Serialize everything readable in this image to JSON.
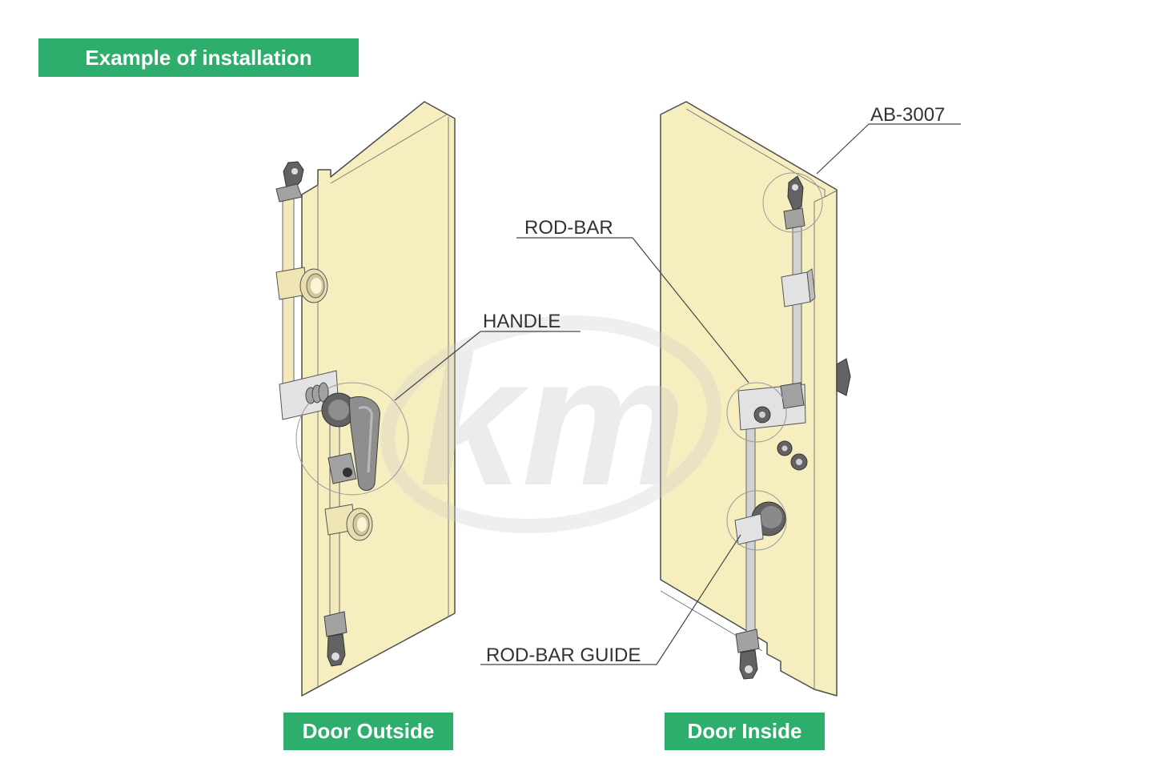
{
  "title_label": {
    "text": "Example of installation"
  },
  "callouts": {
    "ab_3007": "AB-3007",
    "rod_bar": "ROD-BAR",
    "handle": "HANDLE",
    "rod_bar_guide": "ROD-BAR GUIDE"
  },
  "views": {
    "door_outside": "Door Outside",
    "door_inside": "Door Inside"
  },
  "watermark": {
    "text": "km"
  },
  "colors": {
    "label_green": "#2eae6c",
    "label_text": "#ffffff",
    "door_fill": "#f7eec0",
    "outline": "#4d4d4d",
    "callout_text": "#333333",
    "part_gray": "#a2a2a2",
    "part_dark": "#626262",
    "rod_fill": "#f2e8bc",
    "rod_gray": "#d2d2d2"
  }
}
